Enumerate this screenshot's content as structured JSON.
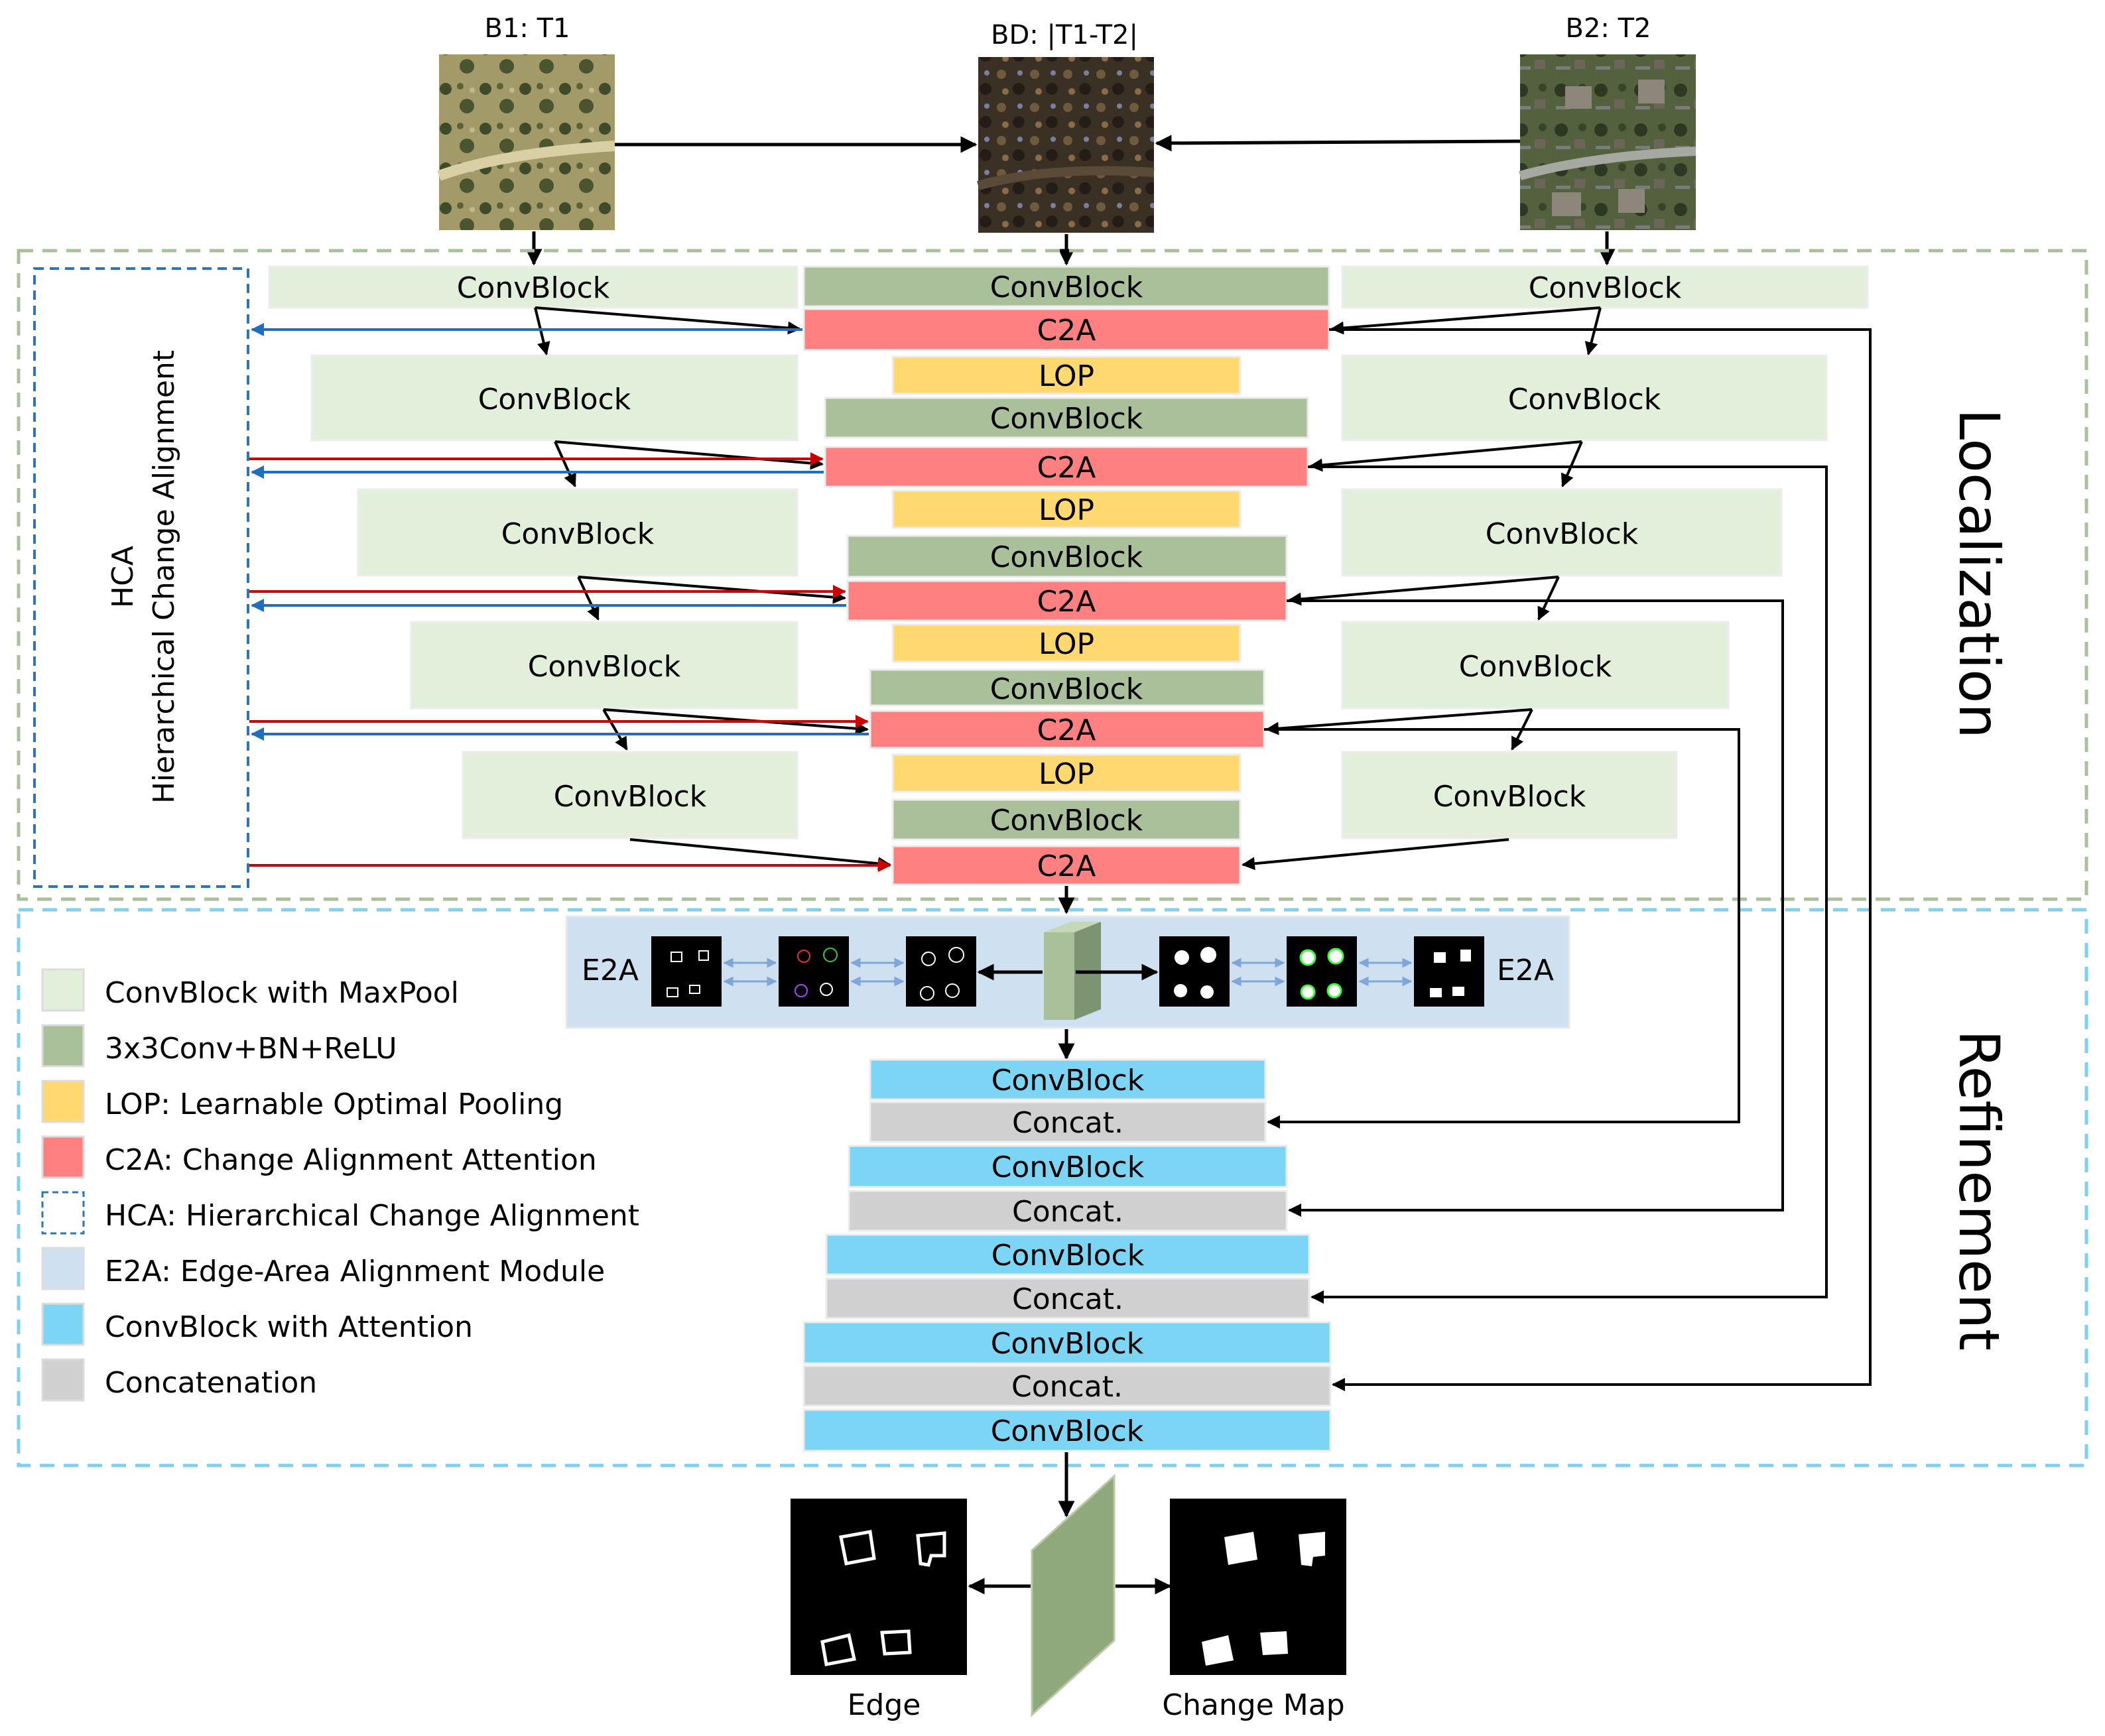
{
  "inputs": {
    "t1_label": "B1: T1",
    "diff_label": "BD: |T1-T2|",
    "t2_label": "B2: T2"
  },
  "blocks": {
    "convblock": "ConvBlock",
    "c2a": "C2A",
    "lop": "LOP",
    "concat": "Concat."
  },
  "hca": {
    "title": "HCA",
    "subtitle": "Hierarchical Change Alignment"
  },
  "e2a": {
    "label": "E2A"
  },
  "sections": {
    "localization": "Localization",
    "refinement": "Refinement"
  },
  "outputs": {
    "edge": "Edge",
    "change_map": "Change Map"
  },
  "legend": [
    {
      "swatch": "convblock-maxpool",
      "label": "ConvBlock with MaxPool"
    },
    {
      "swatch": "conv-bn-relu",
      "label": "3x3Conv+BN+ReLU"
    },
    {
      "swatch": "lop",
      "label": "LOP: Learnable Optimal Pooling"
    },
    {
      "swatch": "c2a",
      "label": "C2A: Change Alignment Attention"
    },
    {
      "swatch": "hca",
      "label": "HCA: Hierarchical Change Alignment"
    },
    {
      "swatch": "e2a",
      "label": "E2A: Edge-Area Alignment Module"
    },
    {
      "swatch": "convblock-attention",
      "label": "ConvBlock with Attention"
    },
    {
      "swatch": "concatenation",
      "label": "Concatenation"
    }
  ],
  "colors": {
    "convblock_maxpool": "#e2efda",
    "conv_bn_relu": "#a9c09a",
    "lop": "#ffd970",
    "c2a": "#ff8080",
    "hca_border": "#2e75b6",
    "e2a": "#cfe0f1",
    "convblock_attention": "#7dd5f5",
    "concatenation": "#d0d0d0",
    "localization_border": "#a9c09a",
    "refinement_border": "#7ecff0",
    "red_arrow": "#cc0000",
    "blue_arrow": "#1f6fc0"
  }
}
